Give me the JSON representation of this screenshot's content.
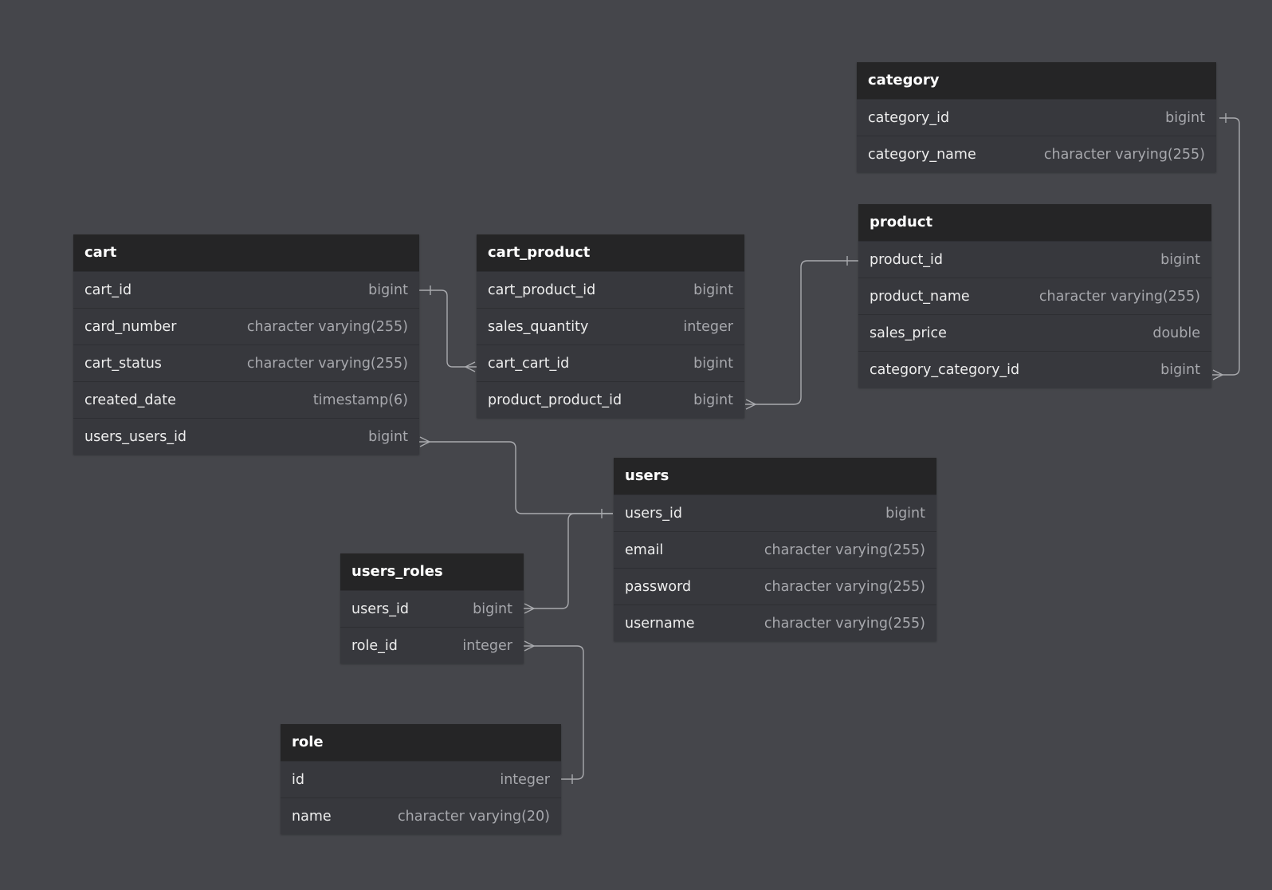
{
  "tables": {
    "category": {
      "title": "category",
      "columns": [
        {
          "name": "category_id",
          "type": "bigint"
        },
        {
          "name": "category_name",
          "type": "character varying(255)"
        }
      ]
    },
    "product": {
      "title": "product",
      "columns": [
        {
          "name": "product_id",
          "type": "bigint"
        },
        {
          "name": "product_name",
          "type": "character varying(255)"
        },
        {
          "name": "sales_price",
          "type": "double"
        },
        {
          "name": "category_category_id",
          "type": "bigint"
        }
      ]
    },
    "cart": {
      "title": "cart",
      "columns": [
        {
          "name": "cart_id",
          "type": "bigint"
        },
        {
          "name": "card_number",
          "type": "character varying(255)"
        },
        {
          "name": "cart_status",
          "type": "character varying(255)"
        },
        {
          "name": "created_date",
          "type": "timestamp(6)"
        },
        {
          "name": "users_users_id",
          "type": "bigint"
        }
      ]
    },
    "cart_product": {
      "title": "cart_product",
      "columns": [
        {
          "name": "cart_product_id",
          "type": "bigint"
        },
        {
          "name": "sales_quantity",
          "type": "integer"
        },
        {
          "name": "cart_cart_id",
          "type": "bigint"
        },
        {
          "name": "product_product_id",
          "type": "bigint"
        }
      ]
    },
    "users": {
      "title": "users",
      "columns": [
        {
          "name": "users_id",
          "type": "bigint"
        },
        {
          "name": "email",
          "type": "character varying(255)"
        },
        {
          "name": "password",
          "type": "character varying(255)"
        },
        {
          "name": "username",
          "type": "character varying(255)"
        }
      ]
    },
    "users_roles": {
      "title": "users_roles",
      "columns": [
        {
          "name": "users_id",
          "type": "bigint"
        },
        {
          "name": "role_id",
          "type": "integer"
        }
      ]
    },
    "role": {
      "title": "role",
      "columns": [
        {
          "name": "id",
          "type": "integer"
        },
        {
          "name": "name",
          "type": "character varying(20)"
        }
      ]
    }
  },
  "relationships": [
    {
      "from_table": "product",
      "from_column": "category_category_id",
      "from_cardinality": "many",
      "to_table": "category",
      "to_column": "category_id",
      "to_cardinality": "one"
    },
    {
      "from_table": "cart_product",
      "from_column": "cart_cart_id",
      "from_cardinality": "many",
      "to_table": "cart",
      "to_column": "cart_id",
      "to_cardinality": "one"
    },
    {
      "from_table": "cart_product",
      "from_column": "product_product_id",
      "from_cardinality": "many",
      "to_table": "product",
      "to_column": "product_id",
      "to_cardinality": "one"
    },
    {
      "from_table": "cart",
      "from_column": "users_users_id",
      "from_cardinality": "many",
      "to_table": "users",
      "to_column": "users_id",
      "to_cardinality": "one"
    },
    {
      "from_table": "users_roles",
      "from_column": "users_id",
      "from_cardinality": "many",
      "to_table": "users",
      "to_column": "users_id",
      "to_cardinality": "one"
    },
    {
      "from_table": "users_roles",
      "from_column": "role_id",
      "from_cardinality": "many",
      "to_table": "role",
      "to_column": "id",
      "to_cardinality": "one"
    }
  ]
}
